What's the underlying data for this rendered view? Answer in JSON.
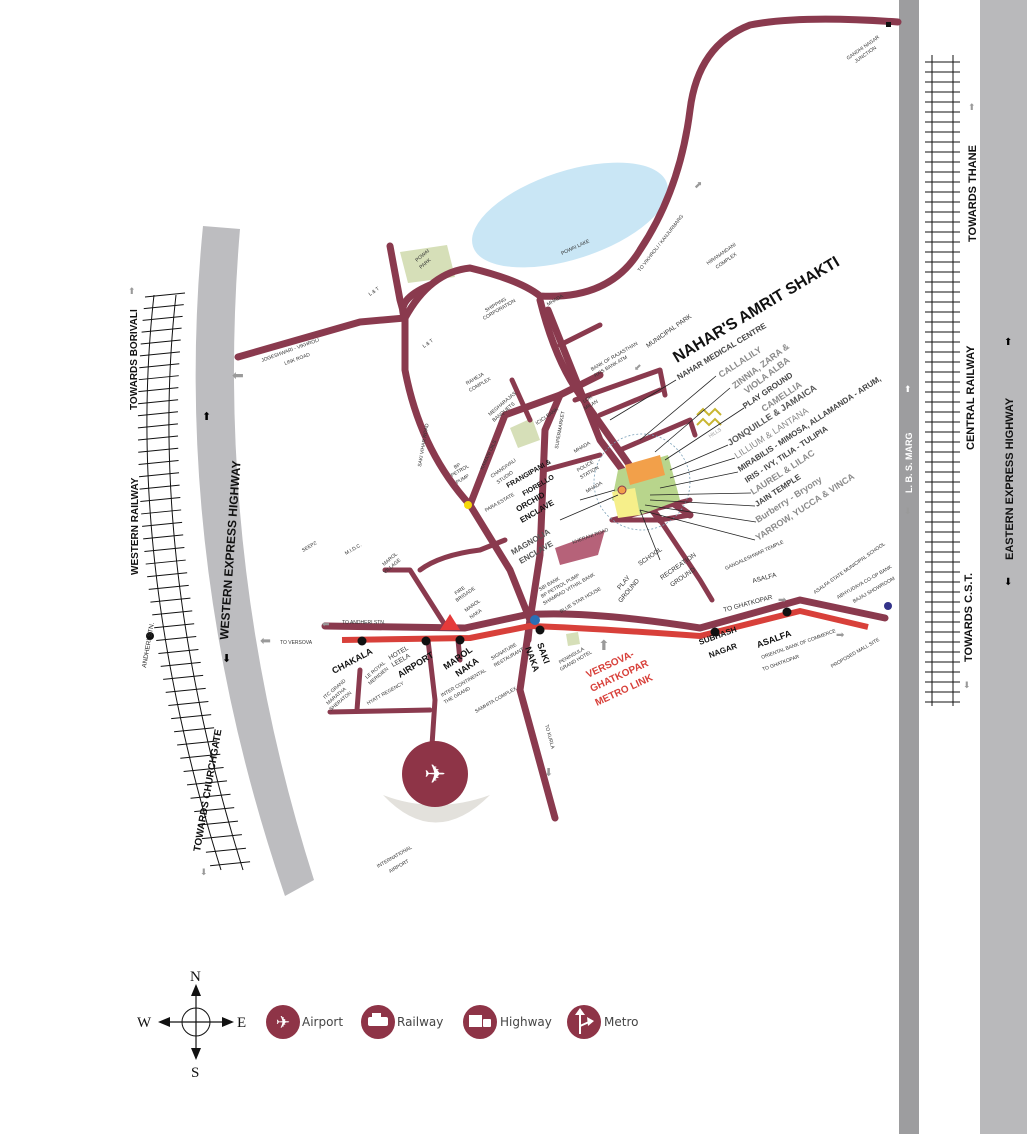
{
  "project": {
    "title": "NAHAR'S AMRIT SHAKTI",
    "medical": "NAHAR MEDICAL CENTRE",
    "amenities": [
      "CALLALILY",
      "ZINNIA, ZARA &",
      "VIOLA ALBA",
      "PLAY GROUND",
      "CAMELLIA",
      "JONQUILLE & JAMAICA",
      "LILLIUM & LANTANA",
      "MIRABILIS - MIMOSA, ALLAMANDA - ARUM,",
      "IRIS - IVY, TILIA - TULIPIA",
      "LAUREL & LILAC",
      "JAIN TEMPLE",
      "Burberry - Bryony",
      "YARROW, YUCCA & VINCA"
    ],
    "hills": "HILLS",
    "gangaleshwar": "GANGALESHWAR TEMPLE",
    "school": "SCHOOL",
    "recreation": [
      "RECREATION",
      "GROUND"
    ],
    "playground": [
      "PLAY",
      "GROUND"
    ]
  },
  "enclaves": {
    "frangipani": [
      "FRANGIPANI &",
      "FIORELLO"
    ],
    "orchid": [
      "ORCHID",
      "ENCLAVE"
    ],
    "magnolia": [
      "MAGNOLIA",
      "ENCLAVE"
    ]
  },
  "corridors": {
    "lbs_marg": "L. B. S. MARG",
    "towards_thane": "TOWARDS THANE",
    "central_railway": "CENTRAL RAILWAY",
    "towards_cst": "TOWARDS C.S.T.",
    "eastern_express": "EASTERN EXPRESS HIGHWAY",
    "western_express": "WESTERN EXPRESS HIGHWAY",
    "western_railway": "WESTERN RAILWAY",
    "towards_borivali": "TOWARDS BORIVALI",
    "towards_churchgate": "TOWARDS CHURCHGATE",
    "metro_link": [
      "VERSOVA-",
      "GHATKOPAR",
      "METRO LINK"
    ]
  },
  "places": {
    "gandhi_nagar": [
      "GANDHI NAGAR",
      "JUNCTION"
    ],
    "to_vikhroli": "TO VIKHROLI / KANJURMARG",
    "hiranandani": [
      "HIRANANDANI",
      "COMPLEX"
    ],
    "powai_lake": "POWAI LAKE",
    "powai_park": [
      "POWAI",
      "PARK"
    ],
    "lt": "L & T",
    "shipping": [
      "SHIPPING",
      "CORPORATION"
    ],
    "mhada": "MHADA",
    "jvlr": [
      "JOGESHWARI - VIKHROLI",
      "LINK ROAD"
    ],
    "raheja": [
      "RAHEJA",
      "COMPLEX"
    ],
    "municipal_park": "MUNICIPAL PARK",
    "bank_rajasthan": [
      "BANK OF RAJASTHAN",
      "AXIS BANK ATM"
    ],
    "lok_milan": [
      "LOK",
      "MILAN"
    ],
    "megharajas": [
      "MEGHARAJAS",
      "BANQUETS"
    ],
    "icici": "ICICI BANK",
    "supermarket": "SUPERMARKET",
    "police": [
      "POLICE",
      "STATION"
    ],
    "kamani": "KAMANI OILS",
    "chandivali": [
      "CHANDIVALI",
      "STUDIO"
    ],
    "bp_pump": [
      "BP",
      "PETROL",
      "PUMP"
    ],
    "saki_vihar": "SAKI VIHAR ROAD",
    "para_estate": "PARA ESTATE",
    "seepz": "SEEPZ",
    "midc": "M.I.D.C.",
    "marol_village": [
      "MAROL",
      "VILLAGE"
    ],
    "kherani": "KHERANI ROAD",
    "sbi": "SBI BANK",
    "bp2": "BP PETROL PUMP",
    "shamrao": "SHAMRAO VITHAL BANK",
    "blue_star": "BLUE STAR HOUSE",
    "fire_brigade": [
      "FIRE",
      "BRIGADE"
    ],
    "marol_naka_small": [
      "MAROL",
      "NAKA"
    ],
    "to_andheri": "TO ANDHERI STN.",
    "to_versova": "TO VERSOVA",
    "chakala": "CHAKALA",
    "hotel_leela": [
      "HOTEL",
      "LEELA"
    ],
    "airport": "AIRPORT",
    "marol_naka": [
      "MAROL",
      "NAKA"
    ],
    "signature": [
      "SIGNATURE",
      "RESTAURANT"
    ],
    "saki_naka": [
      "SAKI",
      "NAKA"
    ],
    "peninsula": [
      "PENINSULA",
      "GRAND HOTEL"
    ],
    "intercontinental": [
      "INTER CONTINENTAL",
      "THE GRAND"
    ],
    "samhita": "SAMHITA COMPLEX",
    "itc": [
      "ITC GRAND",
      "MARATHA",
      "SHERATON"
    ],
    "le_royal": [
      "LE ROYAL",
      "MERIDIEN"
    ],
    "hyatt": "HYATT REGENCY",
    "to_kurla": "TO KURLA",
    "asalfa_small": "ASALFA",
    "to_ghatkopar_1": "TO GHATKOPAR",
    "subhash": [
      "SUBHASH",
      "NAGAR"
    ],
    "asalfa": "ASALFA",
    "oriental": "ORIENTAL BANK OF COMMERCE",
    "to_ghatkopar_2": "TO GHATKOPAR",
    "mall": "PROPOSED MALL SITE",
    "asalfa_school": "ASALFA STATE MUNICIPAL SCHOOL",
    "abhyudaya": "ABHYUDAYA CO-OP BANK",
    "bajaj": "BAJAJ SHOWROOM",
    "andheri_stn": "ANDHERI STN.",
    "intl_airport": [
      "INTERNATIONAL",
      "AIRPORT"
    ]
  },
  "legend": {
    "items": [
      {
        "label": "Airport",
        "icon": "airplane-icon"
      },
      {
        "label": "Railway",
        "icon": "train-icon"
      },
      {
        "label": "Highway",
        "icon": "truck-icon"
      },
      {
        "label": "Metro",
        "icon": "metro-arrows-icon"
      }
    ],
    "compass": {
      "n": "N",
      "s": "S",
      "e": "E",
      "w": "W"
    }
  },
  "colors": {
    "road": "#8a3a4e",
    "metro": "#d8403a",
    "lake": "#c9e6f5",
    "park": "#d6dfb8",
    "strip": "#9d9d9f",
    "legend_icon": "#8e3447"
  }
}
